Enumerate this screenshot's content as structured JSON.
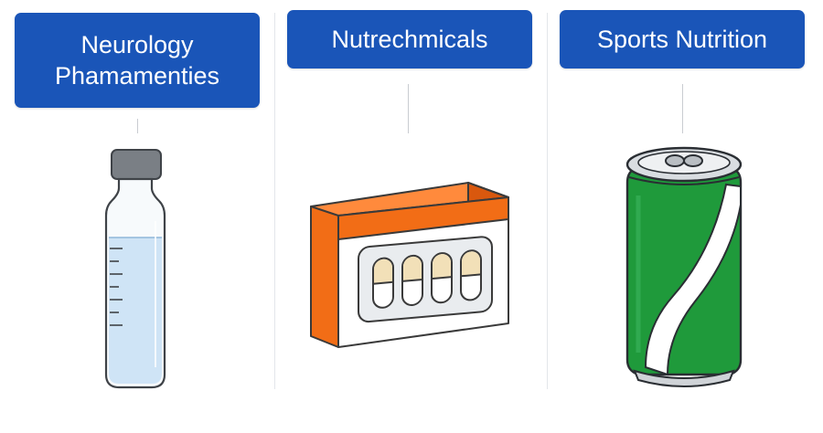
{
  "panels": [
    {
      "id": "neurology",
      "label_lines": [
        "Neurology",
        "Phamamenties"
      ],
      "icon": "vial-icon"
    },
    {
      "id": "nutrechmicals",
      "label_lines": [
        "Nutrechmicals"
      ],
      "icon": "pill-box-icon"
    },
    {
      "id": "sports",
      "label_lines": [
        "Sports Nutrition"
      ],
      "icon": "soda-can-icon"
    }
  ],
  "colors": {
    "label_bg": "#1a55b8",
    "label_text": "#ffffff",
    "vial_liquid": "#cfe4f6",
    "vial_cap": "#7a7f85",
    "box_orange": "#f26d16",
    "can_green": "#1f9a3b",
    "can_lid": "#d9dde1"
  }
}
